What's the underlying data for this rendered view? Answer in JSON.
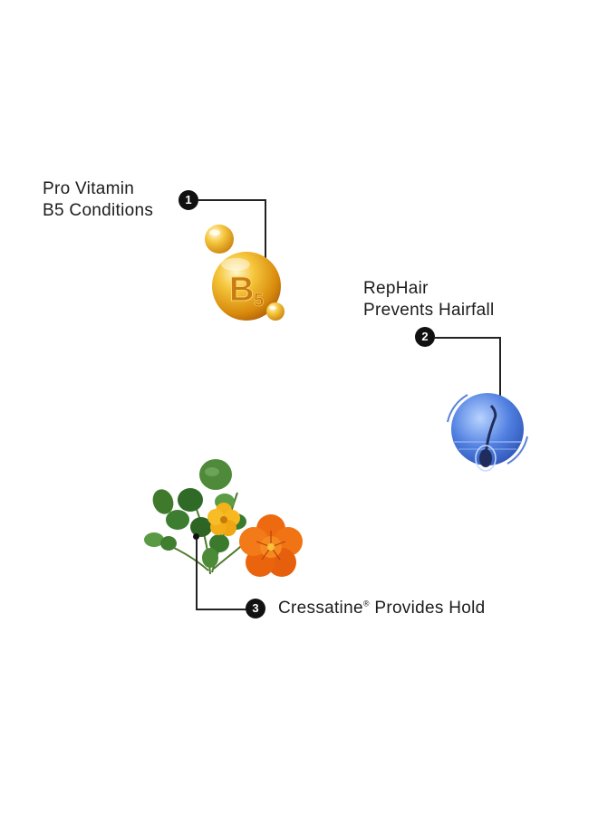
{
  "features": [
    {
      "number": "1",
      "label_line1": "Pro Vitamin",
      "label_line2": "B5 Conditions",
      "icon": "vitamin-b5-capsule-icon",
      "icon_text": "B",
      "icon_subscript": "5"
    },
    {
      "number": "2",
      "label_line1": "RepHair",
      "label_line2": "Prevents Hairfall",
      "icon": "hair-follicle-icon"
    },
    {
      "number": "3",
      "label_main": "Cressatine",
      "label_reg": "®",
      "label_rest": " Provides Hold",
      "icon": "cress-and-nasturtium-plant-icon"
    }
  ],
  "colors": {
    "gold": "#e7a21a",
    "blue": "#3f6fd0",
    "orange": "#ef6a12",
    "green": "#3c7a2e",
    "marker": "#111111"
  }
}
